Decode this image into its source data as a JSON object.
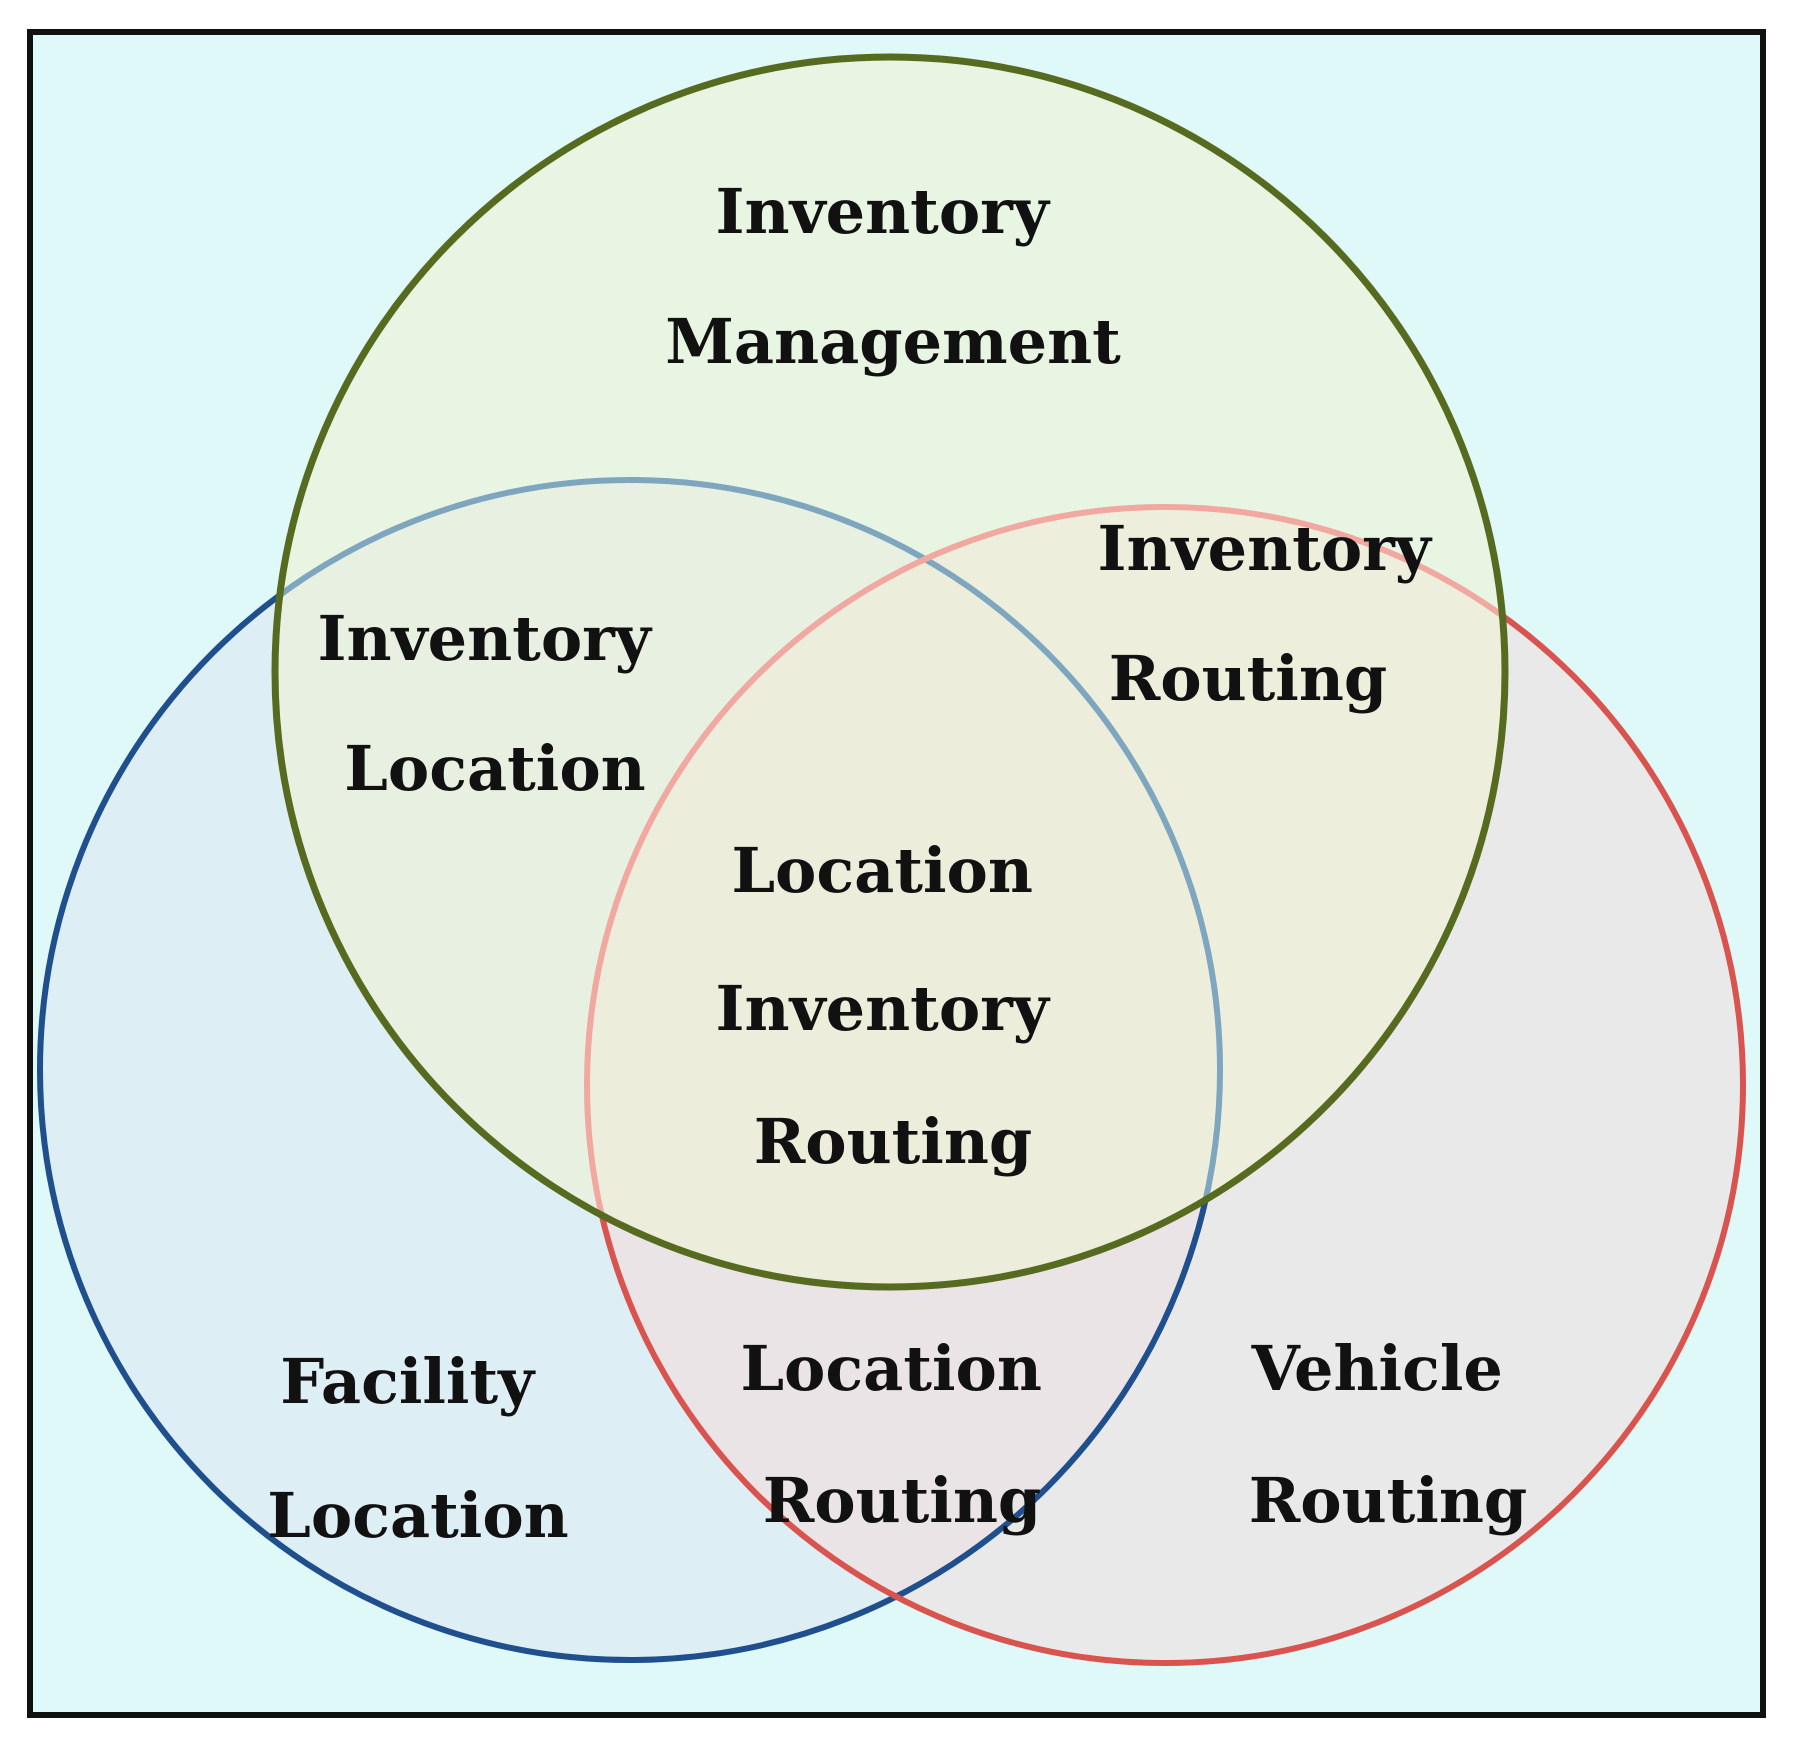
{
  "colors": {
    "background": "#dff8f8",
    "frame": "#111111",
    "inventory_circle_stroke": "#566b1f",
    "inventory_circle_fill": "#eef3d4",
    "facility_circle_stroke": "#1f4f8c",
    "facility_circle_fill": "#dce6f2",
    "vehicle_circle_stroke": "#d9534f",
    "vehicle_circle_fill": "#f5dada",
    "inner_blue_arc": "#7fa6bf",
    "inner_red_arc": "#f0a8a0"
  },
  "sets": {
    "inventory_management": [
      "Inventory",
      "Management"
    ],
    "facility_location": [
      "Facility",
      "Location"
    ],
    "vehicle_routing": [
      "Vehicle",
      "Routing"
    ]
  },
  "intersections": {
    "inventory_location": [
      "Inventory",
      "Location"
    ],
    "inventory_routing": [
      "Inventory",
      "Routing"
    ],
    "location_routing": [
      "Location",
      "Routing"
    ],
    "location_inventory_routing": [
      "Location",
      "Inventory",
      "Routing"
    ]
  }
}
